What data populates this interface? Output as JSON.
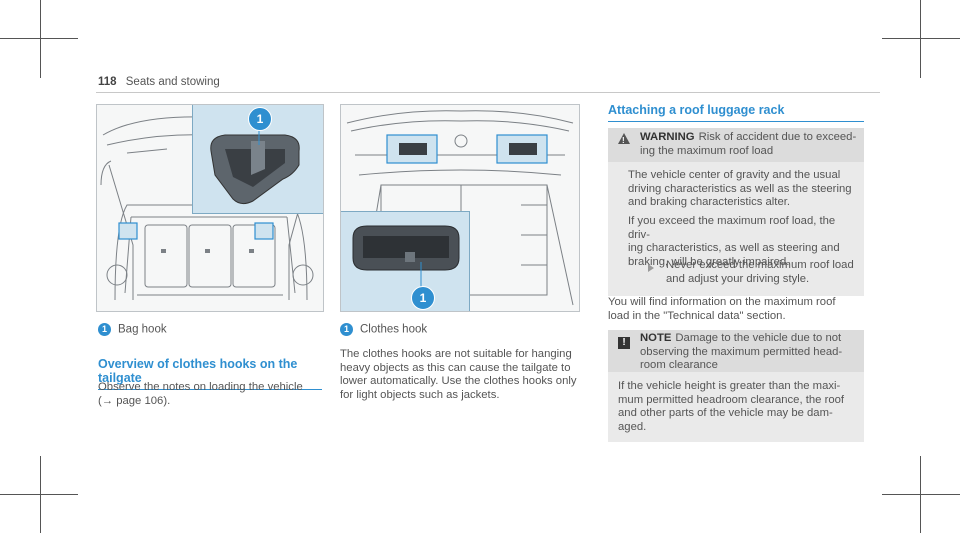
{
  "header": {
    "page_number": "118",
    "section": "Seats and stowing"
  },
  "left": {
    "figure_callout": "1",
    "caption": "Bag hook",
    "heading": "Overview of clothes hooks on the tailgate",
    "body_line1": "Observe the notes on loading the vehicle",
    "body_line2": "(→ page 106)."
  },
  "middle": {
    "figure_callout": "1",
    "caption": "Clothes hook",
    "body": [
      "The clothes hooks are not suitable for hanging",
      "heavy objects as this can cause the tailgate to",
      "lower automatically. Use the clothes hooks only",
      "for light objects such as jackets."
    ]
  },
  "right": {
    "heading": "Attaching a roof luggage rack",
    "warning": {
      "label": "WARNING",
      "line1": "Risk of accident due to exceed-",
      "line2": "ing the maximum roof load",
      "para1": [
        "The vehicle center of gravity and the usual",
        "driving characteristics as well as the steering",
        "and braking characteristics alter."
      ],
      "para2": [
        "If you exceed the maximum roof load, the driv-",
        "ing characteristics, as well as steering and",
        "braking, will be greatly impaired."
      ],
      "action": [
        "Never exceed the maximum roof load",
        "and adjust your driving style."
      ]
    },
    "info": [
      "You will find information on the maximum roof",
      "load in the \"Technical data\" section."
    ],
    "note": {
      "label": "NOTE",
      "line1": "Damage to the vehicle due to not",
      "line2": "observing the maximum permitted head-",
      "line3": "room clearance",
      "body": [
        "If the vehicle height is greater than the maxi-",
        "mum permitted headroom clearance, the roof",
        "and other parts of the vehicle may be dam-",
        "aged."
      ]
    }
  },
  "colors": {
    "accent": "#2f8fd0",
    "inset_fill": "#cfe3ef",
    "box_fill": "#eaeaea"
  }
}
